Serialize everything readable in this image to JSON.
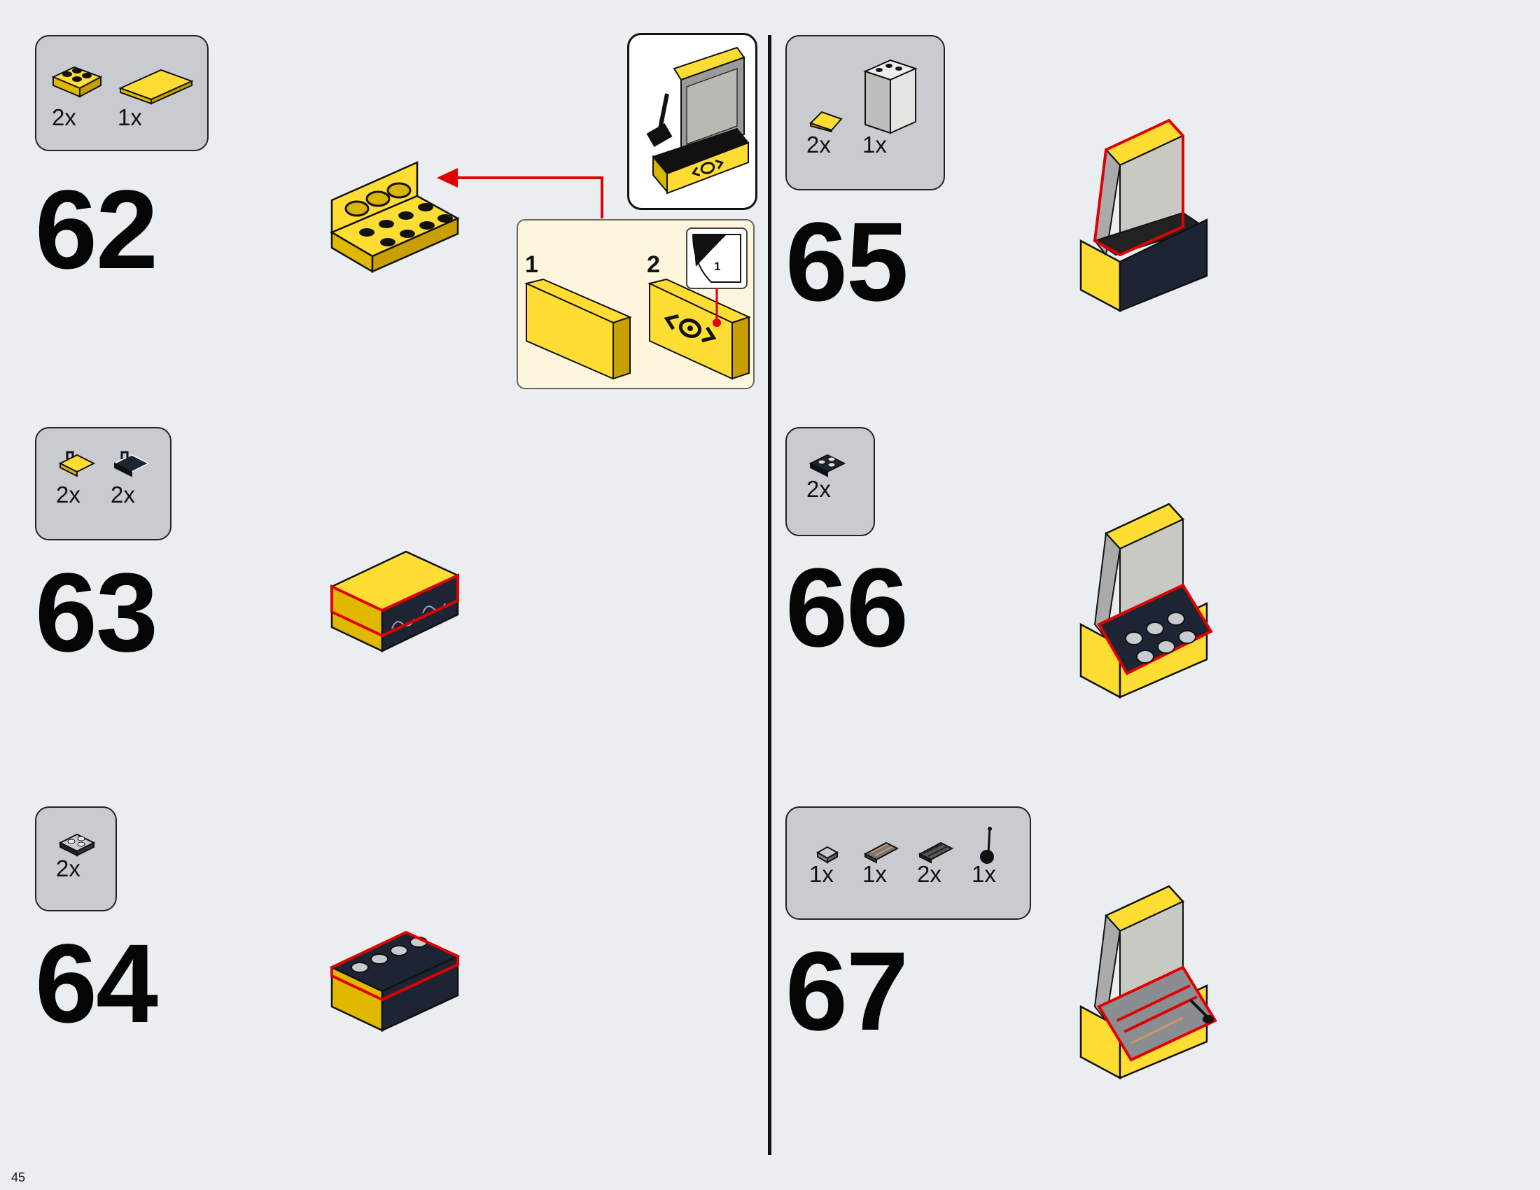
{
  "page_number": "45",
  "steps": [
    {
      "number": "62",
      "parts": [
        {
          "qty": "2x",
          "icon": "yellow-bracket-plate-icon"
        },
        {
          "qty": "1x",
          "icon": "yellow-tile-2x4-icon"
        }
      ]
    },
    {
      "number": "63",
      "parts": [
        {
          "qty": "2x",
          "icon": "yellow-clip-plate-icon"
        },
        {
          "qty": "2x",
          "icon": "black-clip-plate-icon"
        }
      ]
    },
    {
      "number": "64",
      "parts": [
        {
          "qty": "2x",
          "icon": "gray-plate-2x2-icon"
        }
      ]
    },
    {
      "number": "65",
      "parts": [
        {
          "qty": "2x",
          "icon": "yellow-slope-icon"
        },
        {
          "qty": "1x",
          "icon": "transparent-panel-icon"
        }
      ]
    },
    {
      "number": "66",
      "parts": [
        {
          "qty": "2x",
          "icon": "black-plate-2x2-icon"
        }
      ]
    },
    {
      "number": "67",
      "parts": [
        {
          "qty": "1x",
          "icon": "gray-tile-1x1-icon"
        },
        {
          "qty": "1x",
          "icon": "printed-grille-tile-icon"
        },
        {
          "qty": "2x",
          "icon": "dark-grille-tile-icon"
        },
        {
          "qty": "1x",
          "icon": "lever-icon"
        }
      ]
    }
  ],
  "callout": {
    "step1": "1",
    "step2": "2",
    "sticker_number": "1"
  },
  "colors": {
    "brick_yellow": "#ffdd33",
    "brick_black": "#1d2433",
    "highlight_red": "#e00000",
    "background": "#eaeef1",
    "parts_box": "#c8ccd0",
    "callout_bg": "#fdf6dd"
  }
}
